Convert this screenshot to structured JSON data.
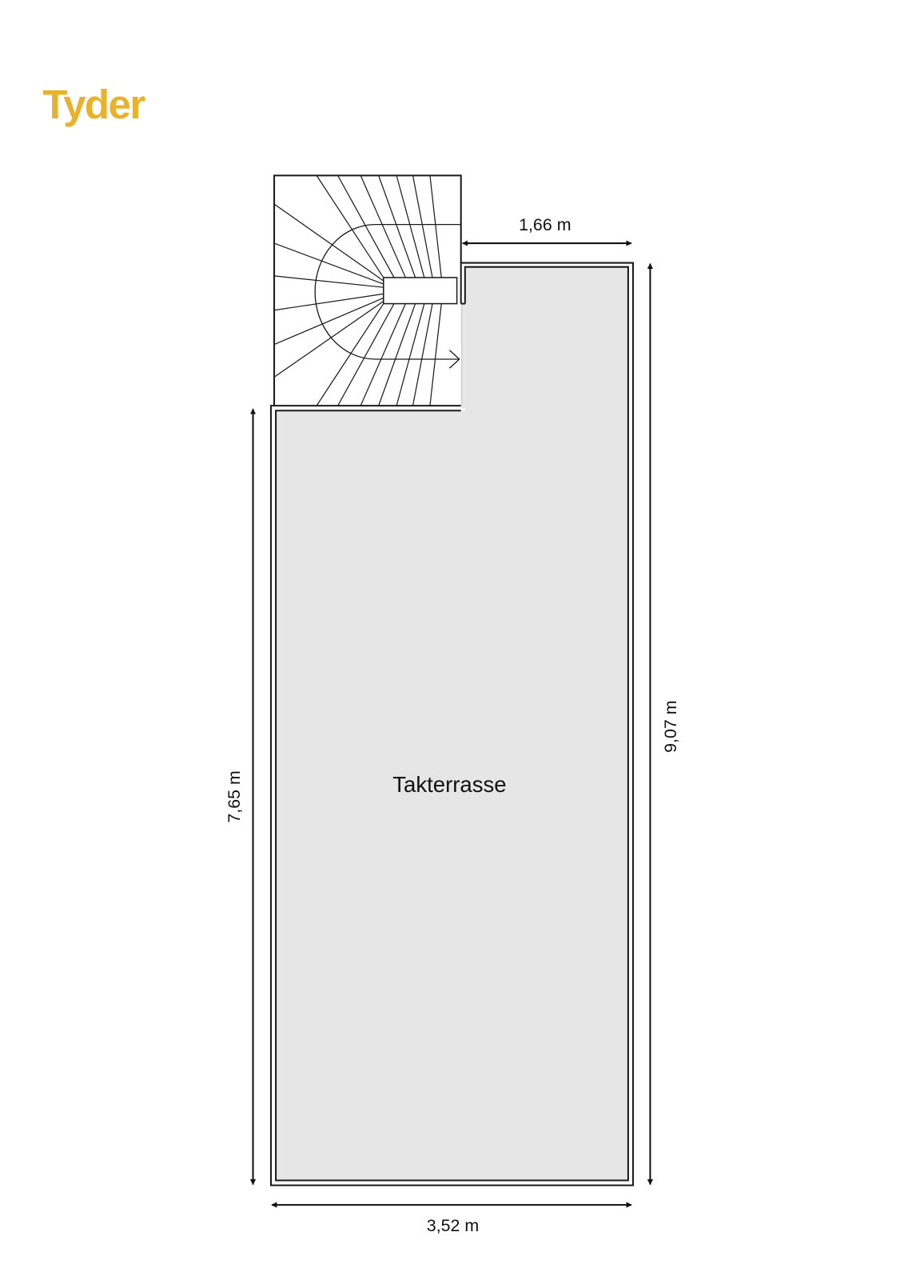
{
  "brand": {
    "logo_text": "Tyder",
    "color": "#E9B22A"
  },
  "room": {
    "name": "Takterrasse",
    "fill_color": "#E6E6E6"
  },
  "dimensions": {
    "top_width": "1,66 m",
    "right_height": "9,07 m",
    "left_height": "7,65 m",
    "bottom_width": "3,52 m"
  }
}
